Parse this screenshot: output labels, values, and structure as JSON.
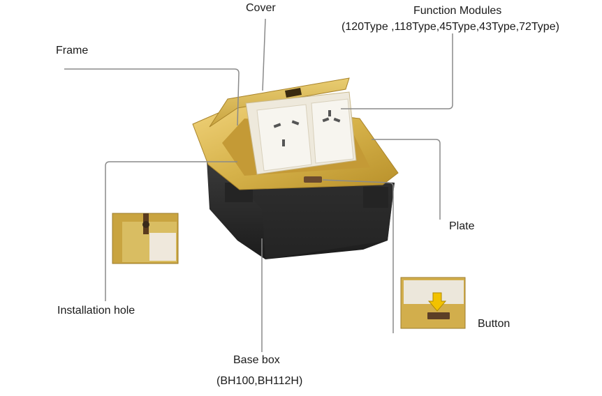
{
  "labels": {
    "cover": "Cover",
    "function_modules_title": "Function Modules",
    "function_modules_types": "(120Type ,118Type,45Type,43Type,72Type)",
    "frame": "Frame",
    "plate": "Plate",
    "installation_hole": "Installation hole",
    "button": "Button",
    "base_box": "Base box",
    "base_box_models": "(BH100,BH112H)"
  },
  "colors": {
    "brass": "#d6b24a",
    "brass_dark": "#b8902a",
    "base": "#2b2b2b",
    "socket_face": "#f4f1ea",
    "leader_line": "#8a8a8a"
  }
}
